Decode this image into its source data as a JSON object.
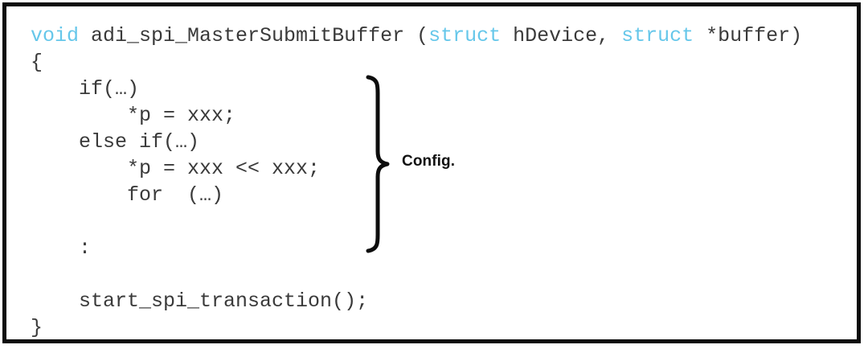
{
  "figure": {
    "kind": "code-listing-with-annotation",
    "background_color": "#ffffff",
    "border_color": "#0d0d0d",
    "keyword_color": "#66c7ea",
    "code_color": "#3a3a3a",
    "label_color": "#111111"
  },
  "code": {
    "language": "c",
    "lines": [
      {
        "id": "signature",
        "segments": [
          {
            "text": "void",
            "style": "keyword"
          },
          {
            "text": " adi_spi_MasterSubmitBuffer (",
            "style": "plain"
          },
          {
            "text": "struct",
            "style": "keyword"
          },
          {
            "text": " hDevice, ",
            "style": "plain"
          },
          {
            "text": "struct",
            "style": "keyword"
          },
          {
            "text": " *buffer)",
            "style": "plain"
          }
        ]
      },
      {
        "id": "open-brace",
        "text": "{"
      },
      {
        "id": "if",
        "text": "    if(…)"
      },
      {
        "id": "assign-1",
        "text": "        *p = xxx;"
      },
      {
        "id": "else-if",
        "text": "    else if(…)"
      },
      {
        "id": "assign-2",
        "text": "        *p = xxx << xxx;"
      },
      {
        "id": "for",
        "text": "        for  (…)"
      },
      {
        "id": "blank",
        "text": ""
      },
      {
        "id": "vertical-ellipsis",
        "text": "    :"
      },
      {
        "id": "blank-2",
        "text": ""
      },
      {
        "id": "call",
        "text": "    start_spi_transaction();"
      },
      {
        "id": "close-brace",
        "text": "}"
      }
    ]
  },
  "annotation": {
    "brace_label": "Config.",
    "brace_orientation": "right-curly",
    "spans_lines": [
      "if",
      "assign-1",
      "else-if",
      "assign-2",
      "for",
      "vertical-ellipsis"
    ]
  }
}
